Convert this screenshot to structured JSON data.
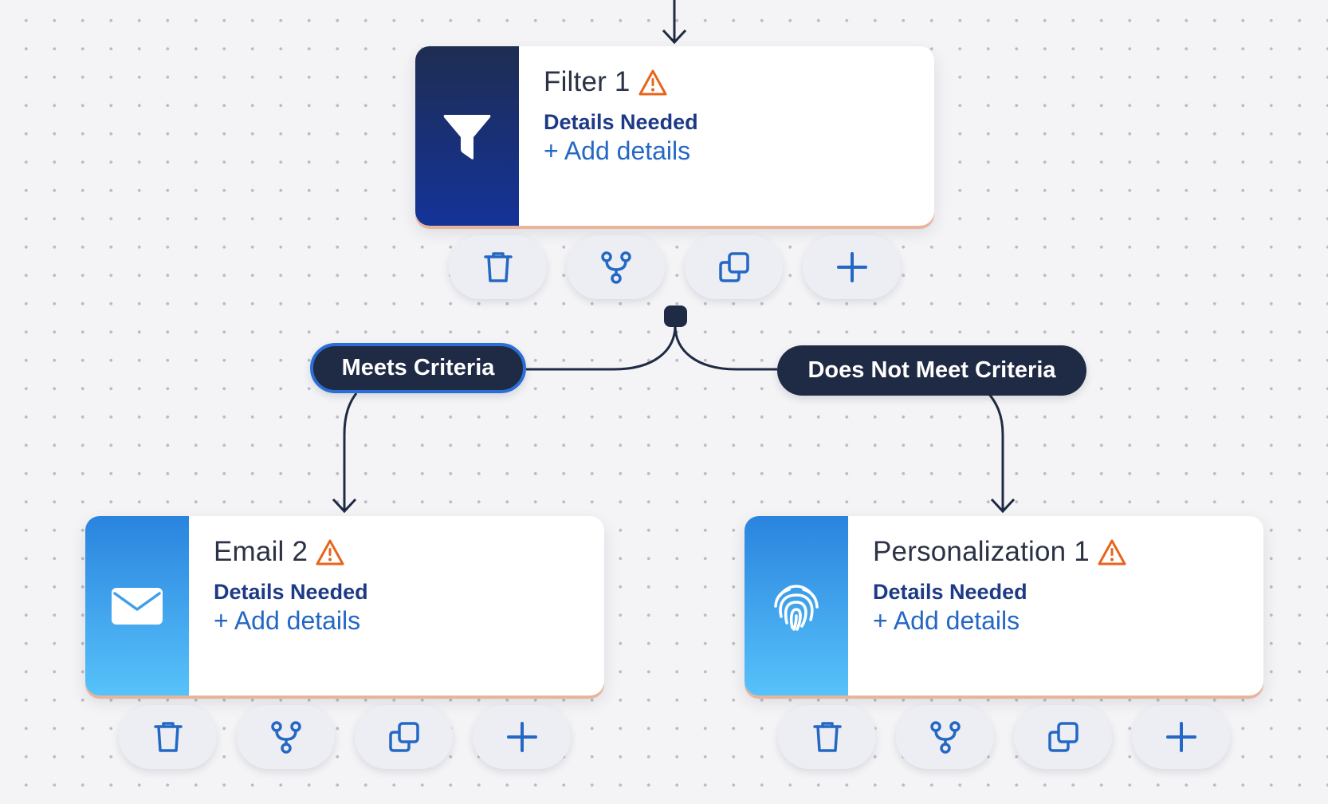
{
  "nodes": {
    "filter": {
      "title": "Filter 1",
      "status": "Details Needed",
      "add_label": "+ Add details",
      "icon": "filter-icon"
    },
    "email": {
      "title": "Email 2",
      "status": "Details Needed",
      "add_label": "+ Add details",
      "icon": "envelope-icon"
    },
    "personalization": {
      "title": "Personalization 1",
      "status": "Details Needed",
      "add_label": "+ Add details",
      "icon": "fingerprint-icon"
    }
  },
  "branches": {
    "meets": "Meets Criteria",
    "not_meets": "Does Not Meet Criteria"
  },
  "toolbar_icons": [
    "trash-icon",
    "branch-icon",
    "duplicate-icon",
    "plus-icon"
  ],
  "colors": {
    "warning": "#e8641c",
    "dark_panel": "#1e2d52",
    "light_panel": "#2a84de",
    "pill": "#1f2a44",
    "pill_active_border": "#2b6fd6",
    "link": "#2468c4"
  }
}
